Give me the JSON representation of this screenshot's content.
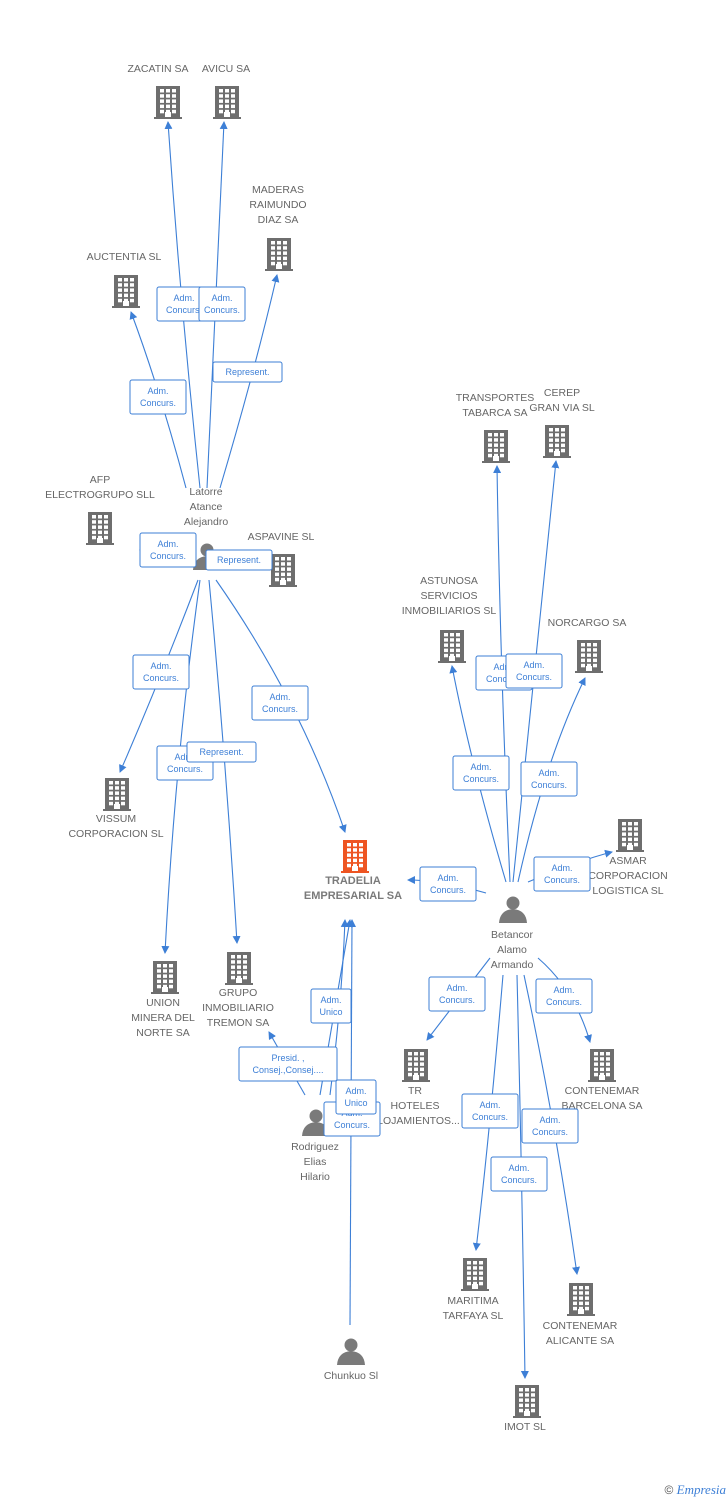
{
  "colors": {
    "edge": "#3d7fd6",
    "company": "#6e6e6e",
    "focus": "#ee5522",
    "person": "#7a7a7a"
  },
  "nodes": [
    {
      "id": "zacatin",
      "kind": "company",
      "lines": [
        "ZACATIN SA"
      ]
    },
    {
      "id": "avicu",
      "kind": "company",
      "lines": [
        "AVICU SA"
      ]
    },
    {
      "id": "maderas",
      "kind": "company",
      "lines": [
        "MADERAS",
        "RAIMUNDO",
        "DIAZ SA"
      ]
    },
    {
      "id": "auctentia",
      "kind": "company",
      "lines": [
        "AUCTENTIA SL"
      ]
    },
    {
      "id": "afp",
      "kind": "company",
      "lines": [
        "AFP",
        "ELECTROGRUPO SLL"
      ]
    },
    {
      "id": "aspavine",
      "kind": "company",
      "lines": [
        "ASPAVINE SL"
      ]
    },
    {
      "id": "vissum",
      "kind": "company",
      "lines": [
        "VISSUM",
        "CORPORACION SL"
      ]
    },
    {
      "id": "tradelia",
      "kind": "focus",
      "lines": [
        "TRADELIA",
        "EMPRESARIAL SA"
      ]
    },
    {
      "id": "union",
      "kind": "company",
      "lines": [
        "UNION",
        "MINERA DEL",
        "NORTE SA"
      ]
    },
    {
      "id": "grupo",
      "kind": "company",
      "lines": [
        "GRUPO",
        "INMOBILIARIO",
        "TREMON SA"
      ]
    },
    {
      "id": "transportes",
      "kind": "company",
      "lines": [
        "TRANSPORTES",
        "TABARCA SA"
      ]
    },
    {
      "id": "cerep",
      "kind": "company",
      "lines": [
        "CEREP",
        "GRAN VIA SL"
      ]
    },
    {
      "id": "astunosa",
      "kind": "company",
      "lines": [
        "ASTUNOSA",
        "SERVICIOS",
        "INMOBILIARIOS SL"
      ]
    },
    {
      "id": "norcargo",
      "kind": "company",
      "lines": [
        "NORCARGO SA"
      ]
    },
    {
      "id": "asmar",
      "kind": "company",
      "lines": [
        "ASMAR",
        "CORPORACION",
        "LOGISTICA SL"
      ]
    },
    {
      "id": "tr",
      "kind": "company",
      "lines": [
        "TR",
        "HOTELES",
        "ALOJAMIENTOS..."
      ]
    },
    {
      "id": "contenemar_bcn",
      "kind": "company",
      "lines": [
        "CONTENEMAR",
        "BARCELONA SA"
      ]
    },
    {
      "id": "maritima",
      "kind": "company",
      "lines": [
        "MARITIMA",
        "TARFAYA SL"
      ]
    },
    {
      "id": "contenemar_ali",
      "kind": "company",
      "lines": [
        "CONTENEMAR",
        "ALICANTE SA"
      ]
    },
    {
      "id": "imot",
      "kind": "company",
      "lines": [
        "IMOT SL"
      ]
    },
    {
      "id": "latorre",
      "kind": "person",
      "lines": [
        "Latorre",
        "Atance",
        "Alejandro"
      ]
    },
    {
      "id": "betancor",
      "kind": "person",
      "lines": [
        "Betancor",
        "Alamo",
        "Armando"
      ]
    },
    {
      "id": "rodriguez",
      "kind": "person",
      "lines": [
        "Rodriguez",
        "Elias",
        "Hilario"
      ]
    },
    {
      "id": "chunkuo",
      "kind": "person",
      "lines": [
        "Chunkuo Sl"
      ]
    }
  ],
  "edges": [
    {
      "from": "latorre",
      "to": "zacatin",
      "role": [
        "Adm.",
        "Concurs."
      ]
    },
    {
      "from": "latorre",
      "to": "avicu",
      "role": [
        "Adm.",
        "Concurs."
      ]
    },
    {
      "from": "latorre",
      "to": "maderas",
      "role": [
        "Represent."
      ]
    },
    {
      "from": "latorre",
      "to": "auctentia",
      "role": [
        "Adm.",
        "Concurs."
      ]
    },
    {
      "from": "latorre",
      "to": "afp",
      "role": [
        "Adm.",
        "Concurs."
      ]
    },
    {
      "from": "latorre",
      "to": "aspavine",
      "role": [
        "Represent."
      ]
    },
    {
      "from": "latorre",
      "to": "vissum",
      "role": [
        "Adm.",
        "Concurs."
      ]
    },
    {
      "from": "latorre",
      "to": "tradelia",
      "role": [
        "Adm.",
        "Concurs."
      ]
    },
    {
      "from": "latorre",
      "to": "union",
      "role": [
        "Adm.",
        "Concurs."
      ]
    },
    {
      "from": "latorre",
      "to": "grupo",
      "role": [
        "Represent."
      ]
    },
    {
      "from": "betancor",
      "to": "transportes",
      "role": [
        "Adm.",
        "Concurs."
      ]
    },
    {
      "from": "betancor",
      "to": "cerep",
      "role": [
        "Adm.",
        "Concurs."
      ]
    },
    {
      "from": "betancor",
      "to": "astunosa",
      "role": [
        "Adm.",
        "Concurs."
      ]
    },
    {
      "from": "betancor",
      "to": "norcargo",
      "role": [
        "Adm.",
        "Concurs."
      ]
    },
    {
      "from": "betancor",
      "to": "asmar",
      "role": [
        "Adm.",
        "Concurs."
      ]
    },
    {
      "from": "betancor",
      "to": "tradelia",
      "role": [
        "Adm.",
        "Concurs."
      ]
    },
    {
      "from": "betancor",
      "to": "tr",
      "role": [
        "Adm.",
        "Concurs."
      ]
    },
    {
      "from": "betancor",
      "to": "contenemar_bcn",
      "role": [
        "Adm.",
        "Concurs."
      ]
    },
    {
      "from": "betancor",
      "to": "maritima",
      "role": [
        "Adm.",
        "Concurs."
      ]
    },
    {
      "from": "betancor",
      "to": "contenemar_ali",
      "role": [
        "Adm.",
        "Concurs."
      ]
    },
    {
      "from": "betancor",
      "to": "imot",
      "role": [
        "Adm.",
        "Concurs."
      ]
    },
    {
      "from": "rodriguez",
      "to": "tradelia",
      "role": [
        "Adm.",
        "Unico"
      ]
    },
    {
      "from": "rodriguez",
      "to": "grupo",
      "role": [
        "Presid. ,",
        "Consej.,Consej...."
      ]
    },
    {
      "from": "rodriguez",
      "to": "tradelia",
      "role": [
        "Adm.",
        "Concurs."
      ]
    },
    {
      "from": "chunkuo",
      "to": "tradelia",
      "role": [
        "Adm.",
        "Unico"
      ]
    }
  ],
  "footer": {
    "copyright": "©",
    "brand": "Empresia"
  }
}
